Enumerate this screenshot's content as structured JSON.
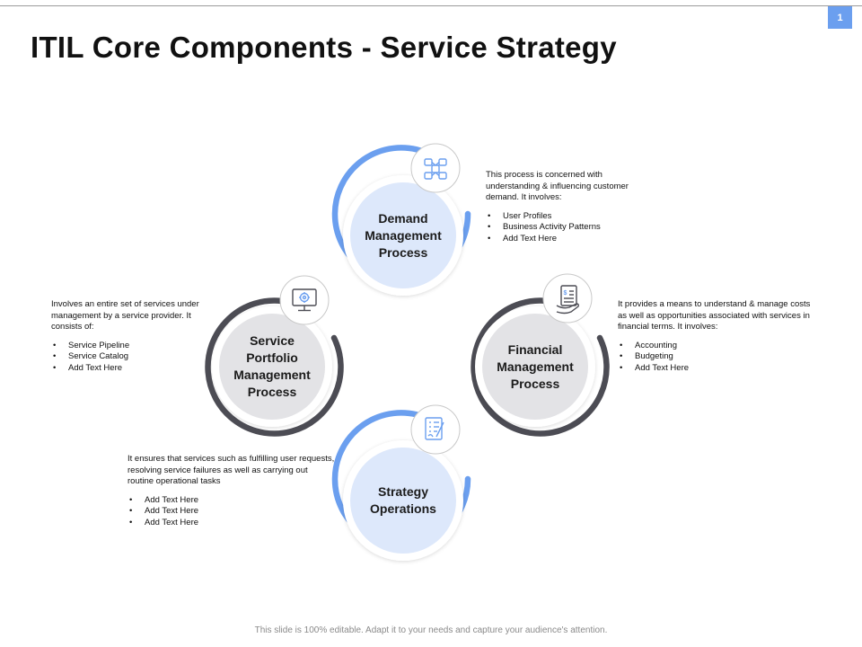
{
  "header": {
    "title": "ITIL Core Components - Service Strategy",
    "page_number": "1"
  },
  "colors": {
    "accent_blue": "#6b9fef",
    "dark_gray": "#4c4c54",
    "light_blue_fill": "#dde8fb",
    "light_gray_fill": "#e3e3e6"
  },
  "diagram": {
    "demand": {
      "label": "Demand Management Process",
      "icon": "network-diagram-icon",
      "description": "This process is concerned with understanding & influencing customer demand. It involves:",
      "items": [
        "User Profiles",
        "Business Activity Patterns",
        "Add Text Here"
      ]
    },
    "portfolio": {
      "label": "Service Portfolio Management Process",
      "icon": "monitor-gear-icon",
      "description": "Involves an entire set of services under management by a service provider. It consists of:",
      "items": [
        "Service Pipeline",
        "Service Catalog",
        "Add Text Here"
      ]
    },
    "financial": {
      "label": "Financial Management Process",
      "icon": "invoice-hand-icon",
      "description": "It provides a means to understand & manage costs as well as opportunities associated with services in financial terms. It involves:",
      "items": [
        "Accounting",
        "Budgeting",
        "Add Text Here"
      ]
    },
    "operations": {
      "label": "Strategy Operations",
      "icon": "checklist-pen-icon",
      "description": "It ensures that services such as fulfilling user requests, resolving service failures as well as carrying out routine operational tasks",
      "items": [
        "Add Text Here",
        "Add Text Here",
        "Add Text Here"
      ]
    }
  },
  "footer": {
    "note": "This slide is 100% editable. Adapt it to your needs and capture your audience's attention."
  }
}
